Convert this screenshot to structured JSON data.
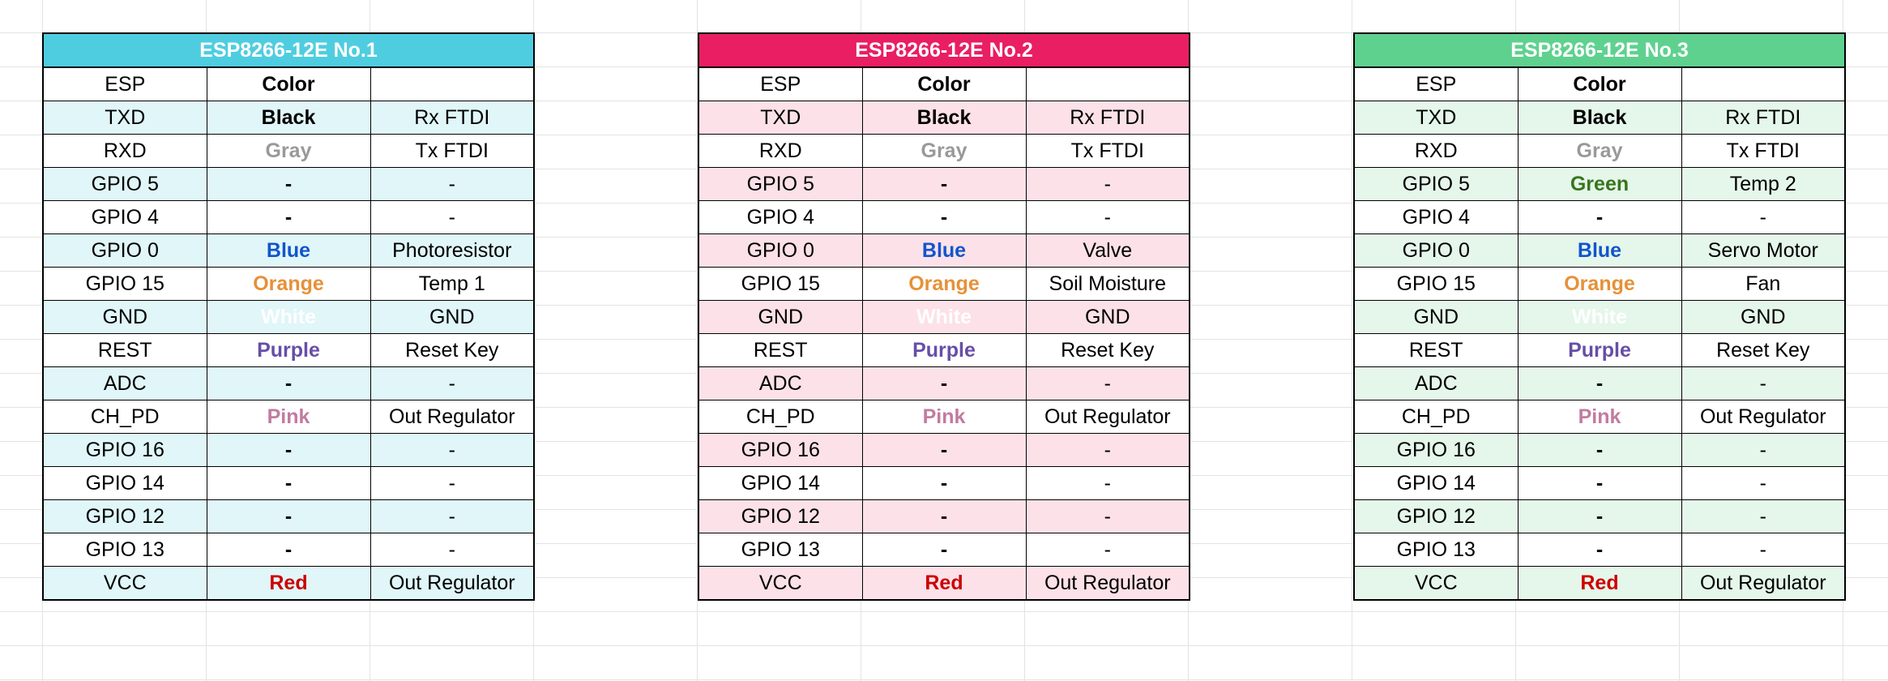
{
  "tables": [
    {
      "title": "ESP8266-12E No.1",
      "header_color": "#4fcde0",
      "stripe_color": "#e0f6f8",
      "columns": [
        "ESP",
        "Color",
        ""
      ],
      "rows": [
        {
          "esp": "TXD",
          "color": "Black",
          "color_hex": "#000000",
          "connection": "Rx FTDI"
        },
        {
          "esp": "RXD",
          "color": "Gray",
          "color_hex": "#999999",
          "connection": "Tx FTDI"
        },
        {
          "esp": "GPIO 5",
          "color": "-",
          "color_hex": "#000000",
          "connection": "-"
        },
        {
          "esp": "GPIO 4",
          "color": "-",
          "color_hex": "#000000",
          "connection": "-"
        },
        {
          "esp": "GPIO 0",
          "color": "Blue",
          "color_hex": "#1155cc",
          "connection": "Photoresistor"
        },
        {
          "esp": "GPIO 15",
          "color": "Orange",
          "color_hex": "#e69138",
          "connection": "Temp 1"
        },
        {
          "esp": "GND",
          "color": "White",
          "color_hex": "#ffffff",
          "connection": "GND"
        },
        {
          "esp": "REST",
          "color": "Purple",
          "color_hex": "#674ea7",
          "connection": "Reset Key"
        },
        {
          "esp": "ADC",
          "color": "-",
          "color_hex": "#000000",
          "connection": "-"
        },
        {
          "esp": "CH_PD",
          "color": "Pink",
          "color_hex": "#c27ba0",
          "connection": "Out Regulator"
        },
        {
          "esp": "GPIO 16",
          "color": "-",
          "color_hex": "#000000",
          "connection": "-"
        },
        {
          "esp": "GPIO 14",
          "color": "-",
          "color_hex": "#000000",
          "connection": "-"
        },
        {
          "esp": "GPIO 12",
          "color": "-",
          "color_hex": "#000000",
          "connection": "-"
        },
        {
          "esp": "GPIO 13",
          "color": "-",
          "color_hex": "#000000",
          "connection": "-"
        },
        {
          "esp": "VCC",
          "color": "Red",
          "color_hex": "#cc0000",
          "connection": "Out Regulator"
        }
      ]
    },
    {
      "title": "ESP8266-12E No.2",
      "header_color": "#e91e63",
      "stripe_color": "#fce1e8",
      "columns": [
        "ESP",
        "Color",
        ""
      ],
      "rows": [
        {
          "esp": "TXD",
          "color": "Black",
          "color_hex": "#000000",
          "connection": "Rx FTDI"
        },
        {
          "esp": "RXD",
          "color": "Gray",
          "color_hex": "#999999",
          "connection": "Tx FTDI"
        },
        {
          "esp": "GPIO 5",
          "color": "-",
          "color_hex": "#000000",
          "connection": "-"
        },
        {
          "esp": "GPIO 4",
          "color": "-",
          "color_hex": "#000000",
          "connection": "-"
        },
        {
          "esp": "GPIO 0",
          "color": "Blue",
          "color_hex": "#1155cc",
          "connection": "Valve"
        },
        {
          "esp": "GPIO 15",
          "color": "Orange",
          "color_hex": "#e69138",
          "connection": "Soil Moisture"
        },
        {
          "esp": "GND",
          "color": "White",
          "color_hex": "#ffffff",
          "connection": "GND"
        },
        {
          "esp": "REST",
          "color": "Purple",
          "color_hex": "#674ea7",
          "connection": "Reset Key"
        },
        {
          "esp": "ADC",
          "color": "-",
          "color_hex": "#000000",
          "connection": "-"
        },
        {
          "esp": "CH_PD",
          "color": "Pink",
          "color_hex": "#c27ba0",
          "connection": "Out Regulator"
        },
        {
          "esp": "GPIO 16",
          "color": "-",
          "color_hex": "#000000",
          "connection": "-"
        },
        {
          "esp": "GPIO 14",
          "color": "-",
          "color_hex": "#000000",
          "connection": "-"
        },
        {
          "esp": "GPIO 12",
          "color": "-",
          "color_hex": "#000000",
          "connection": "-"
        },
        {
          "esp": "GPIO 13",
          "color": "-",
          "color_hex": "#000000",
          "connection": "-"
        },
        {
          "esp": "VCC",
          "color": "Red",
          "color_hex": "#cc0000",
          "connection": "Out Regulator"
        }
      ]
    },
    {
      "title": "ESP8266-12E No.3",
      "header_color": "#5fd18f",
      "stripe_color": "#e5f6ea",
      "columns": [
        "ESP",
        "Color",
        ""
      ],
      "rows": [
        {
          "esp": "TXD",
          "color": "Black",
          "color_hex": "#000000",
          "connection": "Rx FTDI"
        },
        {
          "esp": "RXD",
          "color": "Gray",
          "color_hex": "#999999",
          "connection": "Tx FTDI"
        },
        {
          "esp": "GPIO 5",
          "color": "Green",
          "color_hex": "#38761d",
          "connection": "Temp 2"
        },
        {
          "esp": "GPIO 4",
          "color": "-",
          "color_hex": "#000000",
          "connection": "-"
        },
        {
          "esp": "GPIO 0",
          "color": "Blue",
          "color_hex": "#1155cc",
          "connection": "Servo Motor"
        },
        {
          "esp": "GPIO 15",
          "color": "Orange",
          "color_hex": "#e69138",
          "connection": "Fan"
        },
        {
          "esp": "GND",
          "color": "White",
          "color_hex": "#ffffff",
          "connection": "GND"
        },
        {
          "esp": "REST",
          "color": "Purple",
          "color_hex": "#674ea7",
          "connection": "Reset Key"
        },
        {
          "esp": "ADC",
          "color": "-",
          "color_hex": "#000000",
          "connection": "-"
        },
        {
          "esp": "CH_PD",
          "color": "Pink",
          "color_hex": "#c27ba0",
          "connection": "Out Regulator"
        },
        {
          "esp": "GPIO 16",
          "color": "-",
          "color_hex": "#000000",
          "connection": "-"
        },
        {
          "esp": "GPIO 14",
          "color": "-",
          "color_hex": "#000000",
          "connection": "-"
        },
        {
          "esp": "GPIO 12",
          "color": "-",
          "color_hex": "#000000",
          "connection": "-"
        },
        {
          "esp": "GPIO 13",
          "color": "-",
          "color_hex": "#000000",
          "connection": "-"
        },
        {
          "esp": "VCC",
          "color": "Red",
          "color_hex": "#cc0000",
          "connection": "Out Regulator"
        }
      ]
    }
  ]
}
